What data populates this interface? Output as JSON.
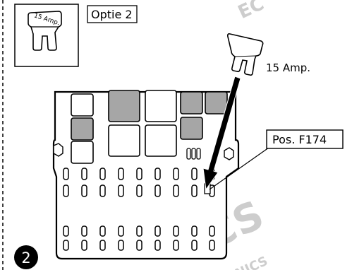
{
  "labels": {
    "option": "Optie 2",
    "fuse_rating": "15 Amp.",
    "position": "Pos. F174",
    "step_number": "2",
    "fuse_icon_text": "15 Amp."
  },
  "watermark": {
    "part_a": "EC",
    "part_b": "ECS",
    "part_c": "NICS"
  },
  "colors": {
    "filled_relay": "#a6a6a6",
    "outline": "#000000",
    "badge": "#000000",
    "badge_text": "#ffffff",
    "watermark": "#c8c8c8"
  }
}
